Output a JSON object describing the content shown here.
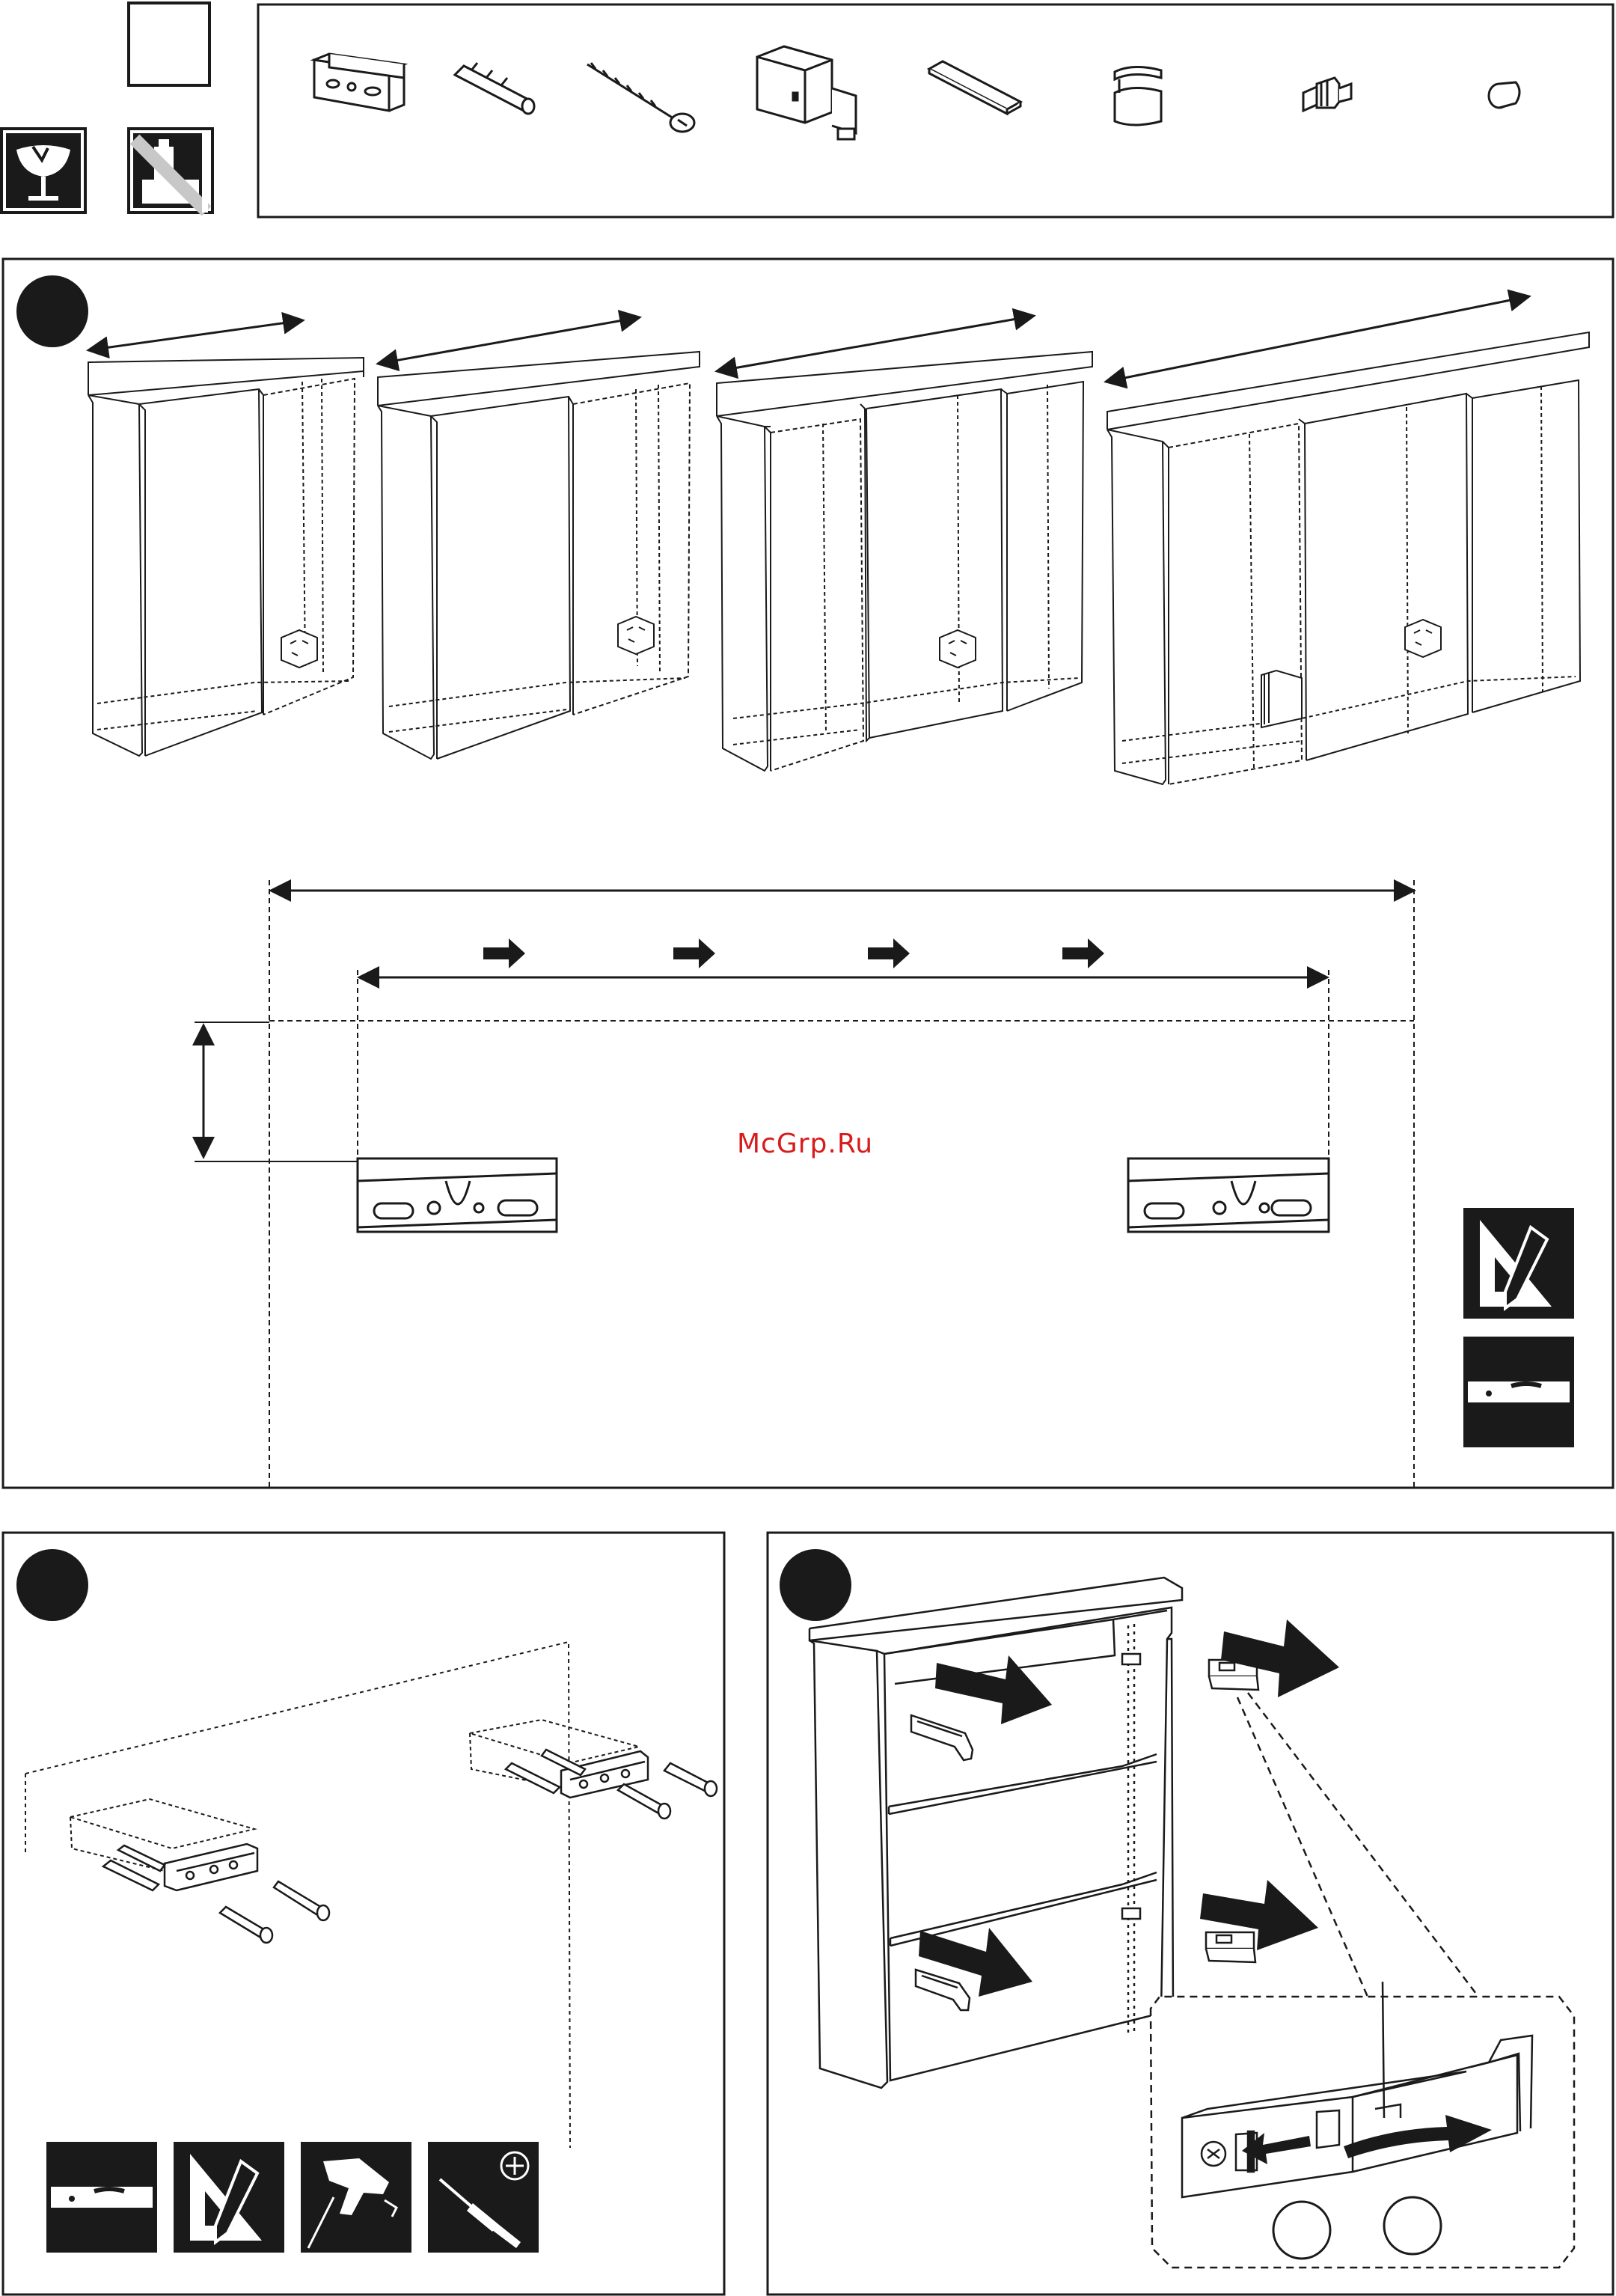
{
  "watermark": "McGrp.Ru",
  "colors": {
    "ink": "#1a1a1a",
    "paper": "#ffffff",
    "watermark": "#d81b1b"
  },
  "legend_icons": [
    "empty-box-icon",
    "fragile-glass-icon",
    "no-adhesive-icon"
  ],
  "parts": [
    "wall-bracket-icon",
    "wall-plug-icon",
    "screw-icon",
    "hinge-icon",
    "adhesive-strip-icon",
    "shelf-clip-icon",
    "shelf-pin-icon",
    "cap-icon"
  ],
  "step_markers": [
    "step-1-marker",
    "step-2-marker",
    "step-3-marker"
  ],
  "tools_step1": [
    "pencil-square-icon",
    "spirit-level-icon"
  ],
  "tools_step2": [
    "spirit-level-icon",
    "pencil-square-icon",
    "drill-icon",
    "screwdriver-icon"
  ]
}
